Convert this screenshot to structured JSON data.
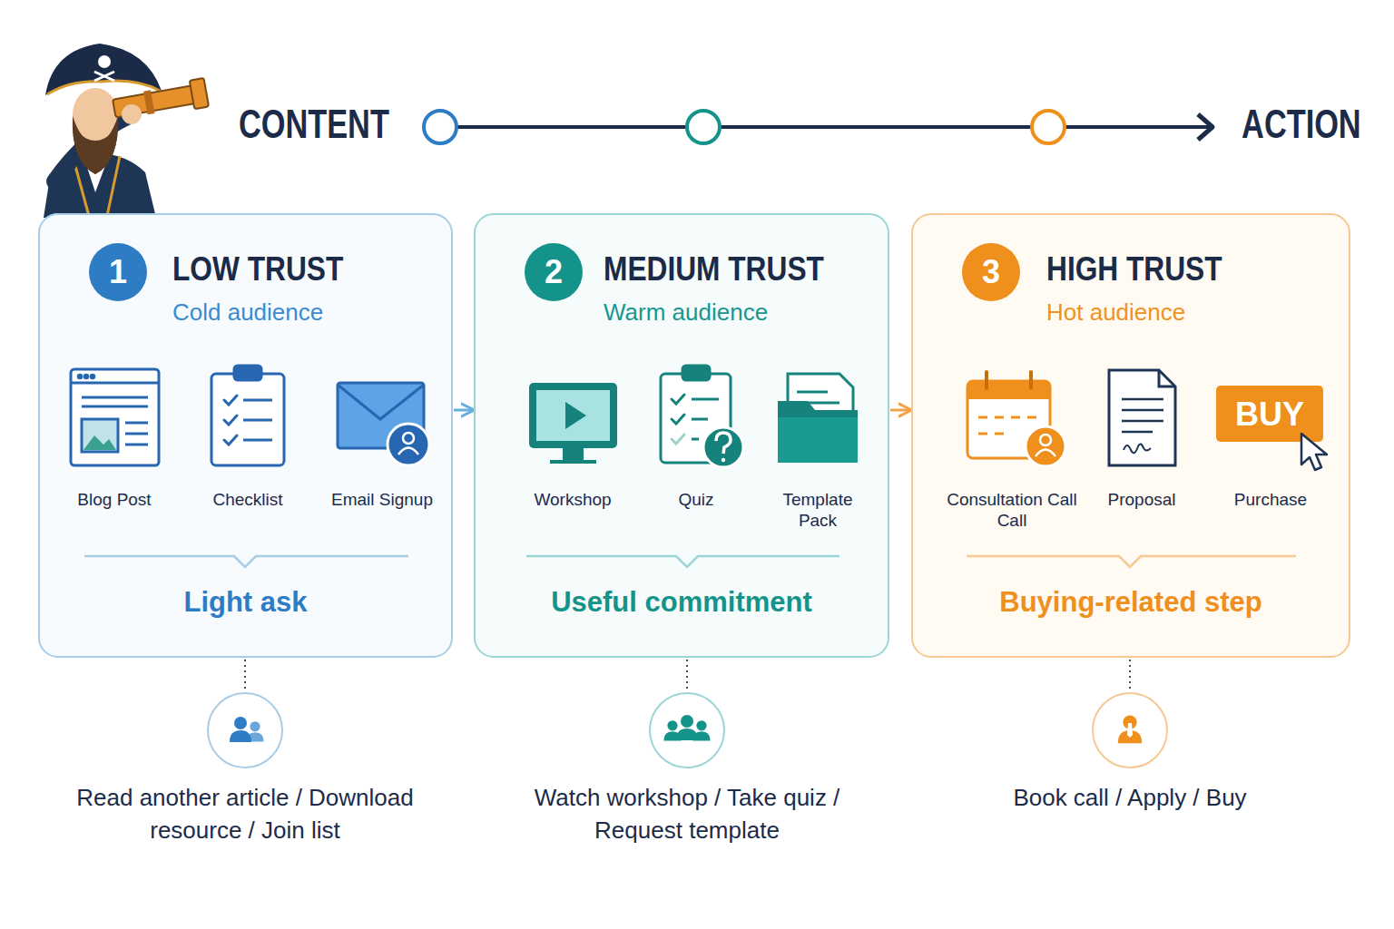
{
  "diagram": {
    "nodes": [
      {
        "text": [
          "LOW TRUST",
          "Cold audience",
          "Light ask"
        ]
      },
      {
        "text": [
          "1"
        ],
        "in": 0
      },
      {
        "text": [
          "MEDIUM TRUST",
          "Warm audience",
          "Useful commitment"
        ]
      },
      {
        "text": [
          "2"
        ],
        "in": 2
      },
      {
        "text": [
          "HIGH TRUST",
          "Hot audience",
          "Buying-related step"
        ]
      },
      {
        "text": [
          "3"
        ],
        "in": 4
      },
      {
        "text": [
          "Read another article / Download resource / Join list"
        ]
      },
      {
        "text": [
          "Watch workshop / Take quiz / Request template"
        ]
      },
      {
        "text": [
          "Book call / Apply / Buy"
        ]
      }
    ],
    "edges": [
      {
        "from": 0,
        "to": 2,
        "arrow": "to"
      },
      {
        "from": 2,
        "to": 4,
        "arrow": "to"
      },
      {
        "from": 0,
        "to": 6,
        "arrow": "none"
      },
      {
        "from": 2,
        "to": 7,
        "arrow": "none"
      },
      {
        "from": 4,
        "to": 8,
        "arrow": "none"
      }
    ],
    "labels": [
      "CONTENT",
      "ACTION",
      "Blog Post",
      "Checklist",
      "Email Signup",
      "Workshop",
      "Quiz",
      "Template Pack",
      "Consultation Call Call",
      "Proposal",
      "Purchase",
      "BUY"
    ]
  }
}
